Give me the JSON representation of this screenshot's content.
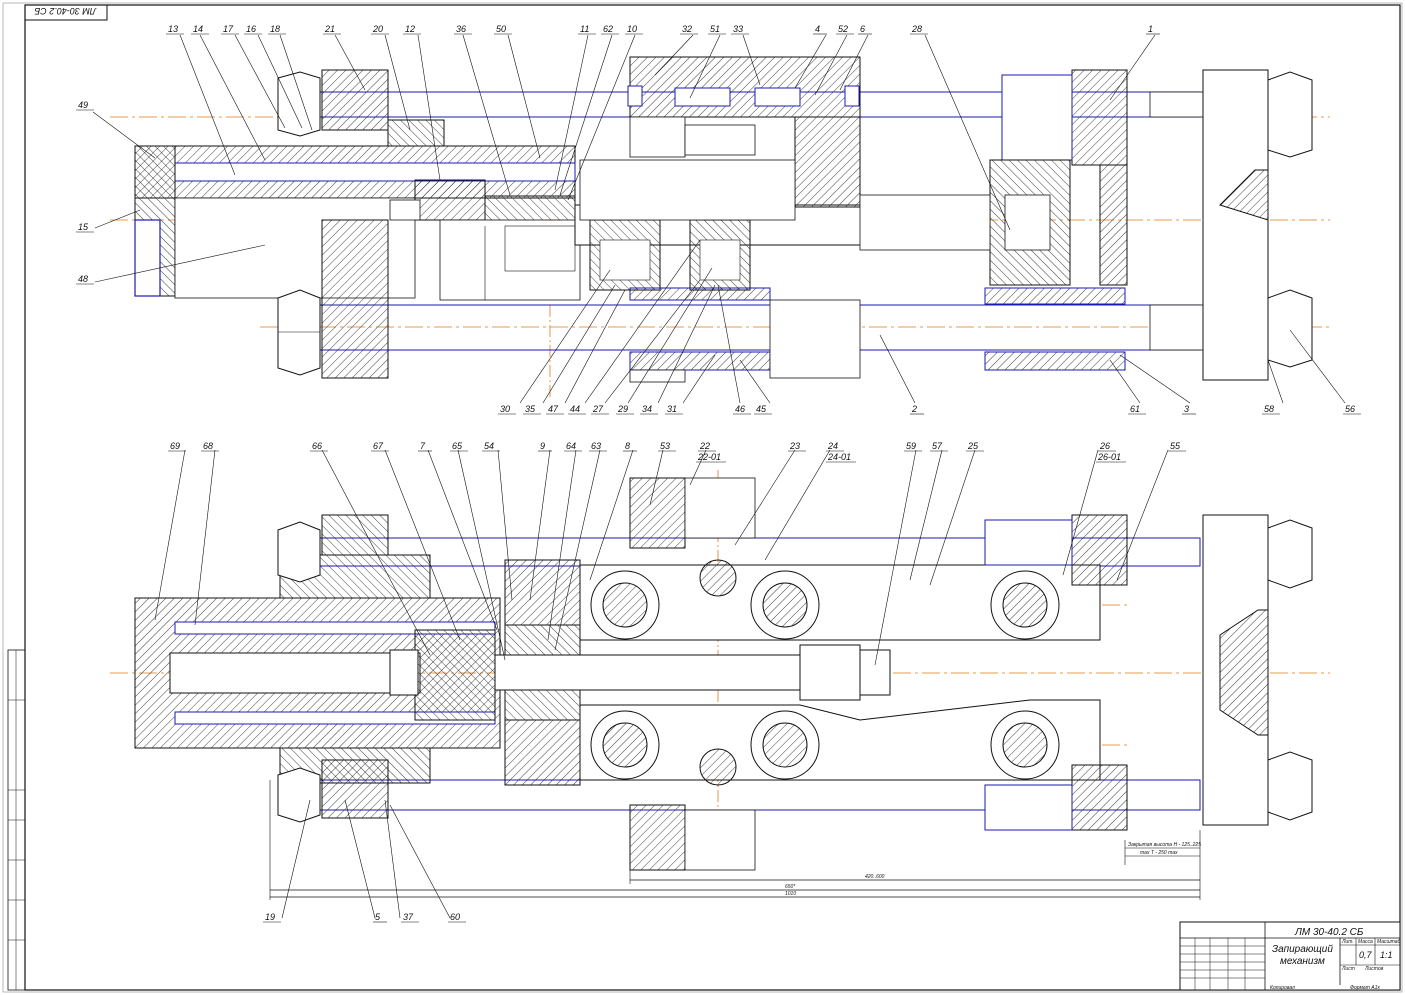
{
  "drawing": {
    "code": "ЛМ 30-40.2 СБ",
    "code_rotated": "ЛМ 30-40.2 СБ",
    "name_line1": "Запирающий",
    "name_line2": "механизм",
    "mass": "0,7",
    "scale": "1:1",
    "col_lit": "Лит.",
    "col_mass": "Масса",
    "col_scale": "Масштаб",
    "sheet": "Лист",
    "sheets": "Листов",
    "copied": "Копировал",
    "format": "Формат  А1х",
    "dimension_420": "420..600",
    "dimension_650": "650*",
    "dimension_1010": "1010",
    "note_1": "Закрытая высота H - 125..225",
    "note_2": "max T - 250 max"
  },
  "callouts_top": [
    "49",
    "15",
    "48",
    "13",
    "14",
    "17",
    "16",
    "18",
    "21",
    "20",
    "12",
    "36",
    "50",
    "11",
    "62",
    "10",
    "32",
    "51",
    "33",
    "4",
    "52",
    "6",
    "28",
    "1",
    "30",
    "35",
    "47",
    "44",
    "27",
    "29",
    "34",
    "31",
    "46",
    "45",
    "2",
    "61",
    "3",
    "58",
    "56"
  ],
  "callouts_bottom": [
    "69",
    "68",
    "66",
    "67",
    "7",
    "65",
    "54",
    "9",
    "64",
    "63",
    "8",
    "53",
    "22",
    "22-01",
    "23",
    "24",
    "24-01",
    "59",
    "57",
    "25",
    "26",
    "26-01",
    "55",
    "19",
    "5",
    "37",
    "60"
  ]
}
